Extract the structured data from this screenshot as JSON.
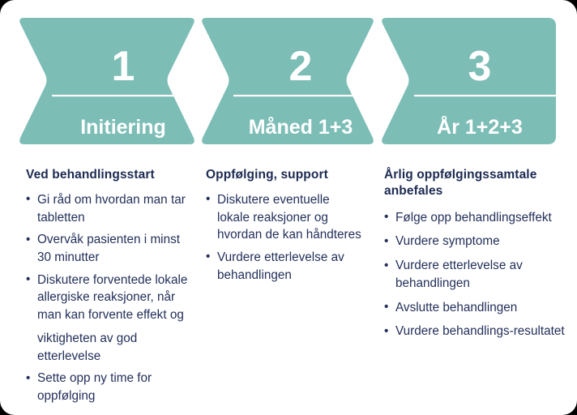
{
  "timeline": {
    "accent_color": "#7cbdb6",
    "text_on_accent": "#ffffff",
    "body_text_color": "#23305a",
    "heading_text_color": "#1d2b52",
    "steps": [
      {
        "number": "1",
        "label": "Initiering",
        "connector": "arrow"
      },
      {
        "number": "2",
        "label": "Måned 1+3",
        "connector": "arrow"
      },
      {
        "number": "3",
        "label": "År 1+2+3",
        "connector": "end-bar"
      }
    ]
  },
  "columns": [
    {
      "heading": "Ved behandlingsstart",
      "bullets": [
        {
          "text": "Gi råd om hvordan man tar tabletten"
        },
        {
          "text": "Overvåk pasienten i minst 30 minutter"
        },
        {
          "text": "Diskutere forventede lokale allergiske reaksjoner, når man kan forvente effekt og",
          "continuation": "viktigheten av god etterlevelse"
        },
        {
          "text": "Sette opp ny time for oppfølging"
        }
      ]
    },
    {
      "heading": "Oppfølging, support",
      "bullets": [
        {
          "text": "Diskutere eventuelle lokale reaksjoner og hvordan de kan håndteres"
        },
        {
          "text": "Vurdere etterlevelse av behandlingen"
        }
      ]
    },
    {
      "heading": "Årlig oppfølgingssamtale anbefales",
      "bullets": [
        {
          "text": "Følge opp behandlingseffekt"
        },
        {
          "text": "Vurdere symptome"
        },
        {
          "text": "Vurdere etterlevelse av behandlingen"
        },
        {
          "text": "Avslutte behandlingen"
        },
        {
          "text": "Vurdere behandlings-resultatet"
        }
      ]
    }
  ]
}
